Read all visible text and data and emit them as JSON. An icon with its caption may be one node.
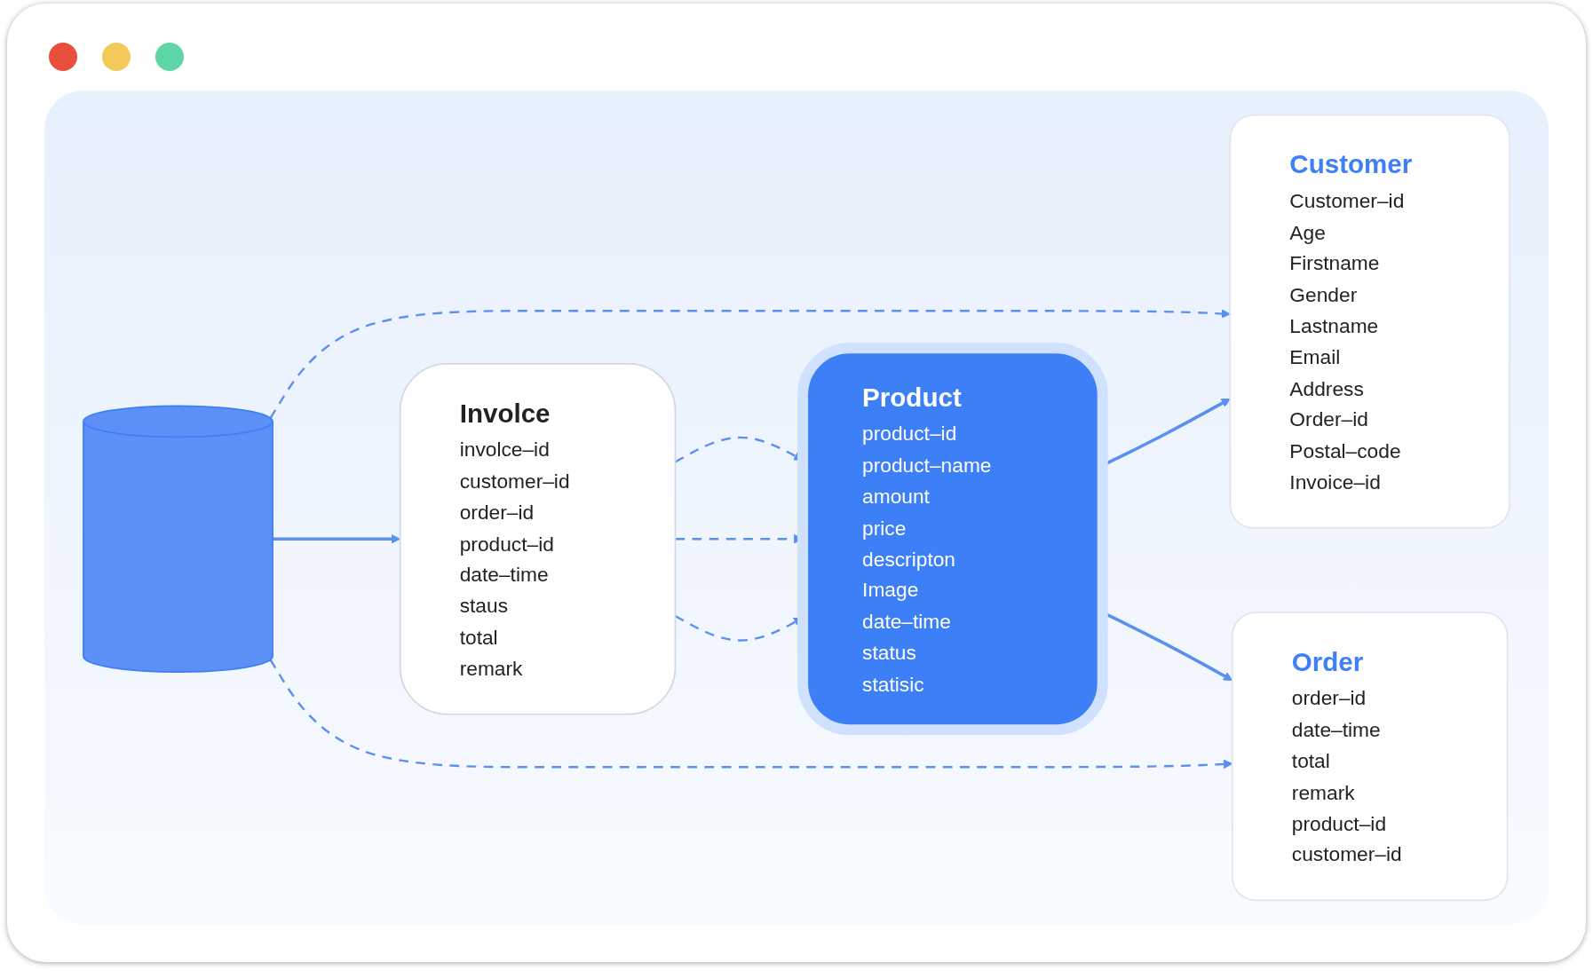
{
  "diagram": {
    "nodes": [
      {
        "text": [],
        "shape": "cylinder"
      },
      {
        "text": [
          "Involce",
          "involce–id",
          "customer–id",
          "order–id",
          "product–id",
          "date–time",
          "staus",
          "total",
          "remark"
        ]
      },
      {
        "text": [
          "Product",
          "product–id",
          "product–name",
          "amount",
          "price",
          "descripton",
          "Image",
          "date–time",
          "status",
          "statisic"
        ]
      },
      {
        "text": [
          "Customer",
          "Customer–id",
          "Age",
          "Firstname",
          "Gender",
          "Lastname",
          "Email",
          "Address",
          "Order–id",
          "Postal–code",
          "Invoice–id"
        ]
      },
      {
        "text": [
          "Order",
          "order–id",
          "date–time",
          "total",
          "remark",
          "product–id",
          "customer–id"
        ]
      }
    ],
    "edges": [
      {
        "from": 0,
        "to": 3,
        "arrow": "to",
        "style": "dashed"
      },
      {
        "from": 0,
        "to": 1,
        "arrow": "to"
      },
      {
        "from": 1,
        "to": 2,
        "arrow": "to",
        "style": "dashed"
      },
      {
        "from": 1,
        "to": 2,
        "arrow": "to",
        "style": "dashed"
      },
      {
        "from": 1,
        "to": 2,
        "arrow": "to",
        "style": "dashed"
      },
      {
        "from": 2,
        "to": 3,
        "arrow": "to"
      },
      {
        "from": 2,
        "to": 4,
        "arrow": "to"
      },
      {
        "from": 0,
        "to": 4,
        "arrow": "to",
        "style": "dashed"
      }
    ]
  }
}
